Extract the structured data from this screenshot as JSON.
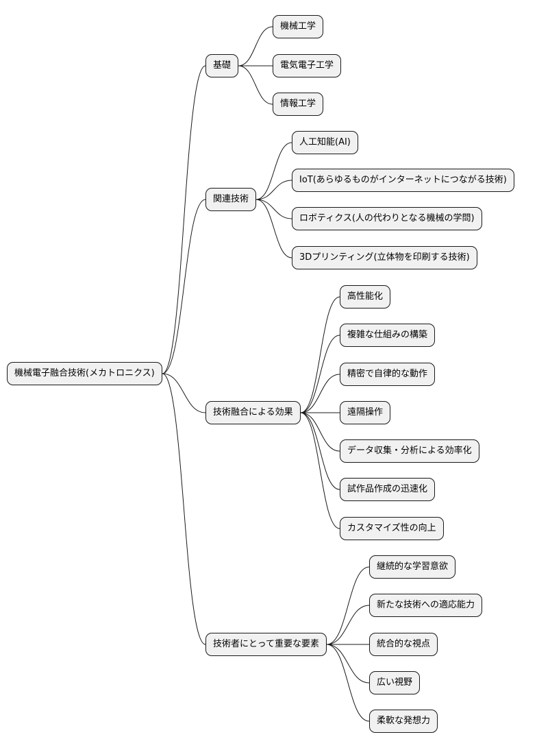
{
  "root": "機械電子融合技術(メカトロニクス)",
  "branches": [
    {
      "label": "基礎",
      "children": [
        "機械工学",
        "電気電子工学",
        "情報工学"
      ]
    },
    {
      "label": "関連技術",
      "children": [
        "人工知能(AI)",
        "IoT(あらゆるものがインターネットにつながる技術)",
        "ロボティクス(人の代わりとなる機械の学問)",
        "3Dプリンティング(立体物を印刷する技術)"
      ]
    },
    {
      "label": "技術融合による効果",
      "children": [
        "高性能化",
        "複雑な仕組みの構築",
        "精密で自律的な動作",
        "遠隔操作",
        "データ収集・分析による効率化",
        "試作品作成の迅速化",
        "カスタマイズ性の向上"
      ]
    },
    {
      "label": "技術者にとって重要な要素",
      "children": [
        "継続的な学習意欲",
        "新たな技術への適応能力",
        "統合的な視点",
        "広い視野",
        "柔軟な発想力"
      ]
    }
  ],
  "colors": {
    "node_fill": "#f1f1f1",
    "node_border": "#181818",
    "edge": "#181818",
    "text": "#000000",
    "background": "#ffffff"
  }
}
